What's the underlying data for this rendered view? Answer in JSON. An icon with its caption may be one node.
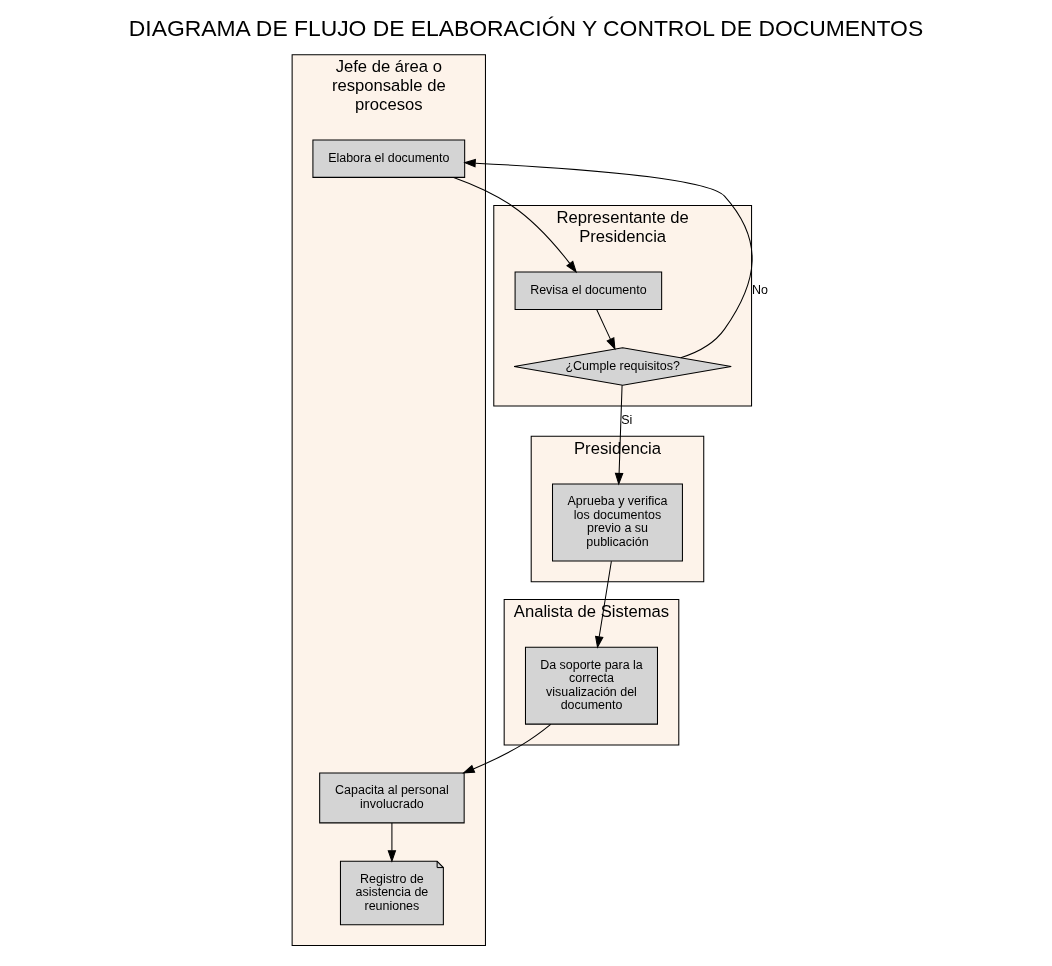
{
  "diagram": {
    "title": "DIAGRAMA DE FLUJO DE ELABORACIÓN Y CONTROL DE DOCUMENTOS",
    "nodes": [
      {
        "text": [
          "Jefe de área o responsable de procesos"
        ]
      },
      {
        "text": [
          "Representante de Presidencia"
        ]
      },
      {
        "text": [
          "Presidencia"
        ]
      },
      {
        "text": [
          "Analista de Sistemas"
        ]
      },
      {
        "text": [
          "Elabora el documento"
        ],
        "in": 0
      },
      {
        "text": [
          "Revisa el documento"
        ],
        "in": 1
      },
      {
        "text": [
          "¿Cumple requisitos?"
        ],
        "in": 1
      },
      {
        "text": [
          "Aprueba y verifica los documentos previo a su publicación"
        ],
        "in": 2
      },
      {
        "text": [
          "Da soporte para la correcta visualización del documento"
        ],
        "in": 3
      },
      {
        "text": [
          "Capacita al personal involucrado"
        ],
        "in": 0
      },
      {
        "text": [
          "Registro de asistencia de reuniones"
        ],
        "in": 0
      }
    ],
    "edges": [
      {
        "from": 4,
        "to": 5,
        "arrow": "to"
      },
      {
        "from": 5,
        "to": 6,
        "arrow": "to"
      },
      {
        "from": 6,
        "to": 4,
        "arrow": "to",
        "label": "No"
      },
      {
        "from": 6,
        "to": 7,
        "arrow": "to",
        "label": "Si"
      },
      {
        "from": 7,
        "to": 8,
        "arrow": "to"
      },
      {
        "from": 8,
        "to": 9,
        "arrow": "to"
      },
      {
        "from": 9,
        "to": 10,
        "arrow": "to"
      }
    ]
  }
}
